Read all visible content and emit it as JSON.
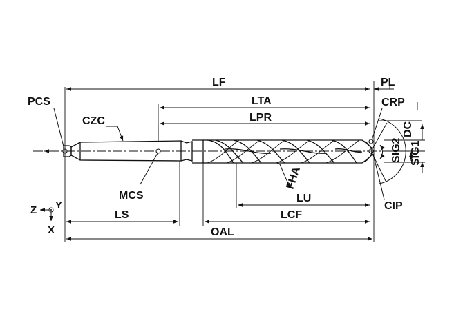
{
  "labels": {
    "lf": "LF",
    "pl": "PL",
    "pcs": "PCS",
    "lta": "LTA",
    "crp": "CRP",
    "czc": "CZC",
    "lpr": "LPR",
    "dc": "DC",
    "sig2": "SIG2",
    "sig1": "SIG1",
    "fha": "FHA",
    "mcs": "MCS",
    "lu": "LU",
    "cip": "CIP",
    "ls": "LS",
    "lcf": "LCF",
    "oal": "OAL"
  },
  "axes": {
    "z": "Z",
    "y": "Y",
    "x": "X"
  },
  "colors": {
    "line": "#111111",
    "background": "#ffffff"
  }
}
